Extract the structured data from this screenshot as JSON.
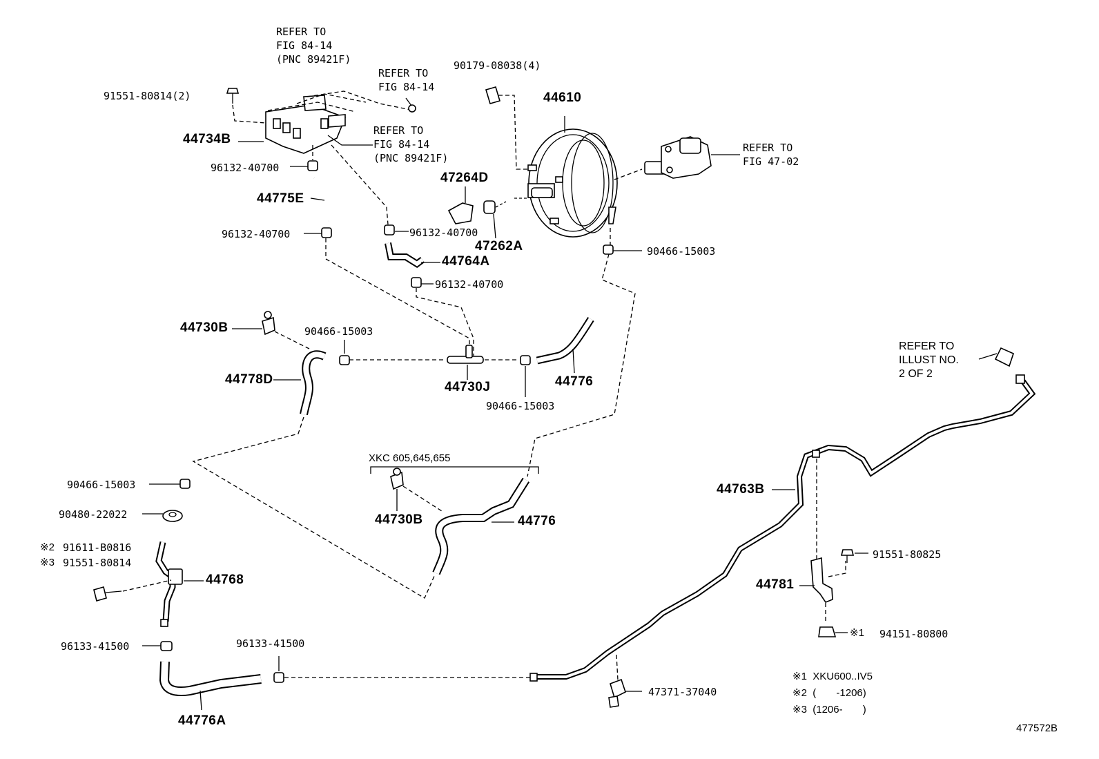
{
  "refs": {
    "fig84_14_pnc_top": "REFER TO\nFIG 84-14\n(PNC 89421F)",
    "fig84_14": "REFER TO\nFIG 84-14",
    "fig84_14_pnc_mid": "REFER TO\nFIG 84-14\n(PNC 89421F)",
    "fig47_02": "REFER TO\nFIG 47-02",
    "illust2": "REFER TO\nILLUST NO.\n2 OF 2"
  },
  "parts": {
    "p44734B": "44734B",
    "p91551_80814_2": "91551-80814(2)",
    "p96132_40700_a": "96132-40700",
    "p44775E": "44775E",
    "p96132_40700_b": "96132-40700",
    "p90179_08038_4": "90179-08038(4)",
    "p44610": "44610",
    "p47264D": "47264D",
    "p96132_40700_c": "96132-40700",
    "p47262A": "47262A",
    "p44764A": "44764A",
    "p96132_40700_d": "96132-40700",
    "p90466_15003_a": "90466-15003",
    "p44730B_a": "44730B",
    "p90466_15003_b": "90466-15003",
    "p44778D": "44778D",
    "p44730J": "44730J",
    "p90466_15003_c": "90466-15003",
    "p44776_a": "44776",
    "p90466_15003_d": "90466-15003",
    "p90480_22022": "90480-22022",
    "p91611_B0816": "91611-B0816",
    "p91551_80814_b": "91551-80814",
    "p44768": "44768",
    "p96133_41500_a": "96133-41500",
    "p96133_41500_b": "96133-41500",
    "p44776A": "44776A",
    "p44730B_b": "44730B",
    "p44776_b": "44776",
    "p44763B": "44763B",
    "p91551_80825": "91551-80825",
    "p44781": "44781",
    "p94151_80800": "94151-80800",
    "p47371_37040": "47371-37040"
  },
  "marks": {
    "m2": "※2",
    "m3": "※3",
    "m1": "※1"
  },
  "notes": {
    "xkc": "XKC 605,645,655",
    "n1": "※1  XKU600..IV5",
    "n2": "※2  (       -1206)",
    "n3": "※3  (1206-       )"
  },
  "diagram_id": "477572B"
}
